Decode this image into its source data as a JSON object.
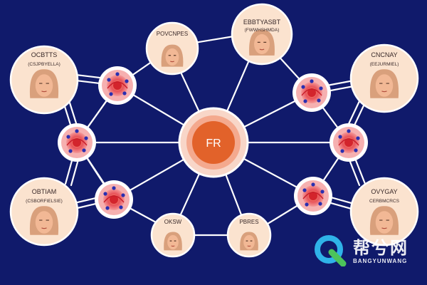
{
  "diagram": {
    "background": "#101a6b",
    "line_color": "#ffffff",
    "center": {
      "label": "FR",
      "fill": "#e2622a",
      "ring": "#f7c9b7"
    },
    "person_nodes": [
      {
        "id": "top-left",
        "title": "OCBTTS",
        "subtitle": "(CSJPBYELLA)"
      },
      {
        "id": "top-mid-left",
        "title": "POVCNPES",
        "subtitle": ""
      },
      {
        "id": "top-mid-right",
        "title": "EBBTYASBT",
        "subtitle": "(FWWHSHMDA)"
      },
      {
        "id": "top-right",
        "title": "CNCNAY",
        "subtitle": "(EEJURMIEL)"
      },
      {
        "id": "bottom-left",
        "title": "OBTIAM",
        "subtitle": "(CSBORFIELSIE)"
      },
      {
        "id": "bottom-mid-left",
        "title": "OKSW",
        "subtitle": ""
      },
      {
        "id": "bottom-mid-right",
        "title": "PBRES",
        "subtitle": ""
      },
      {
        "id": "bottom-right",
        "title": "OVYGAY",
        "subtitle": "CERBMCRCS"
      }
    ],
    "cell_icons": [
      "cell-icon",
      "cell-icon",
      "cell-icon",
      "cell-icon",
      "cell-icon",
      "cell-icon"
    ]
  },
  "watermark": {
    "cn": "帮兮网",
    "en": "BANGYUNWANG"
  }
}
